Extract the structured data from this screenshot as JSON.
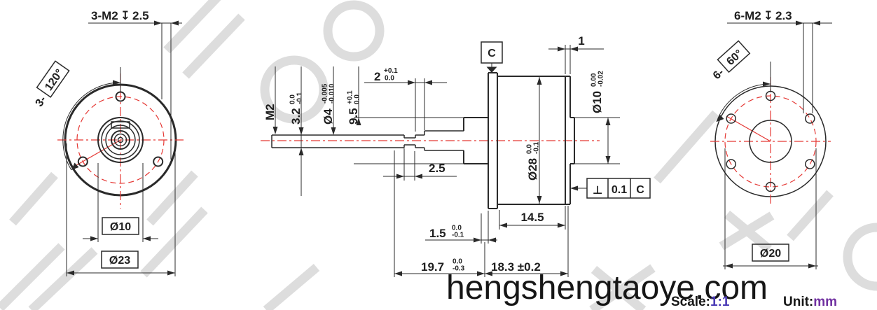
{
  "symbols": {
    "depth": "↧",
    "perp": "⊥",
    "diameter": "Ø"
  },
  "colors": {
    "line": "#2a2a2a",
    "centerline_red": "#e53935",
    "scale_value_blue": "#4a3ab5",
    "unit_value_purple": "#7030a0",
    "watermark_gray": "#d2d2d2"
  },
  "front": {
    "holes": "3-M2",
    "depth": "2.5",
    "count": "3-",
    "angle": "120°",
    "hub": "Ø10",
    "od": "Ø23"
  },
  "side": {
    "m2": "M2",
    "d32": {
      "v": "3.2",
      "u": "0.0",
      "l": "-0.1"
    },
    "d4": {
      "v": "Ø4",
      "u": "-0.005",
      "l": "-0.010"
    },
    "d95": {
      "v": "9.5",
      "u": "+0.1",
      "l": "0.0"
    },
    "d2": {
      "v": "2",
      "u": "+0.1",
      "l": "0.0"
    },
    "datum": "C",
    "d1": "1",
    "d10": {
      "v": "Ø10",
      "u": "0.00",
      "l": "-0.02"
    },
    "d28": {
      "v": "Ø28",
      "u": "0.0",
      "l": "-0.1"
    },
    "d25": "2.5",
    "fcf": {
      "sym": "⊥",
      "tol": "0.1",
      "datum": "C"
    },
    "d145": "14.5",
    "d15": {
      "v": "1.5",
      "u": "0.0",
      "l": "-0.1"
    },
    "d197": {
      "v": "19.7",
      "u": "0.0",
      "l": "-0.3"
    },
    "d183": "18.3 ±0.2"
  },
  "rear": {
    "holes": "6-M2",
    "depth": "2.3",
    "count": "6-",
    "angle": "60°",
    "bc": "Ø20"
  },
  "footer": {
    "site": "hengshengtaoye.com",
    "scale_label": "Scale:",
    "scale_value": "1:1",
    "unit_label": "Unit:",
    "unit_value": "mm"
  }
}
